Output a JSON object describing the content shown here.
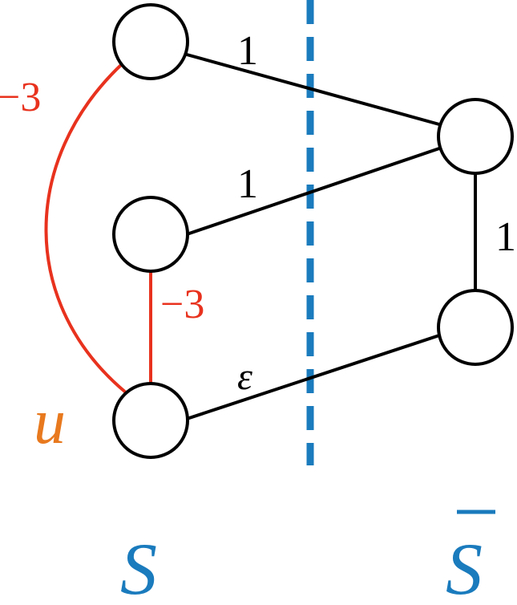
{
  "colors": {
    "edge": "#000000",
    "negative_edge": "#e8321e",
    "cut": "#1a7bbd",
    "highlight": "#e8791e",
    "node_fill": "#ffffff"
  },
  "nodes": [
    {
      "id": "s1"
    },
    {
      "id": "s2"
    },
    {
      "id": "u"
    },
    {
      "id": "t1"
    },
    {
      "id": "t2"
    }
  ],
  "edges": [
    {
      "id": "s1-t1",
      "from": "s1",
      "to": "t1",
      "weight": "1",
      "type": "positive"
    },
    {
      "id": "s2-t1",
      "from": "s2",
      "to": "t1",
      "weight": "1",
      "type": "positive"
    },
    {
      "id": "t1-t2",
      "from": "t1",
      "to": "t2",
      "weight": "1",
      "type": "positive"
    },
    {
      "id": "u-t2",
      "from": "u",
      "to": "t2",
      "weight": "ε",
      "type": "epsilon"
    },
    {
      "id": "s1-u",
      "from": "s1",
      "to": "u",
      "weight": "−3",
      "type": "negative"
    },
    {
      "id": "s2-u",
      "from": "s2",
      "to": "u",
      "weight": "−3",
      "type": "negative"
    }
  ],
  "labels": {
    "u_node": "u",
    "set_s": "S",
    "set_s_bar": "S"
  }
}
